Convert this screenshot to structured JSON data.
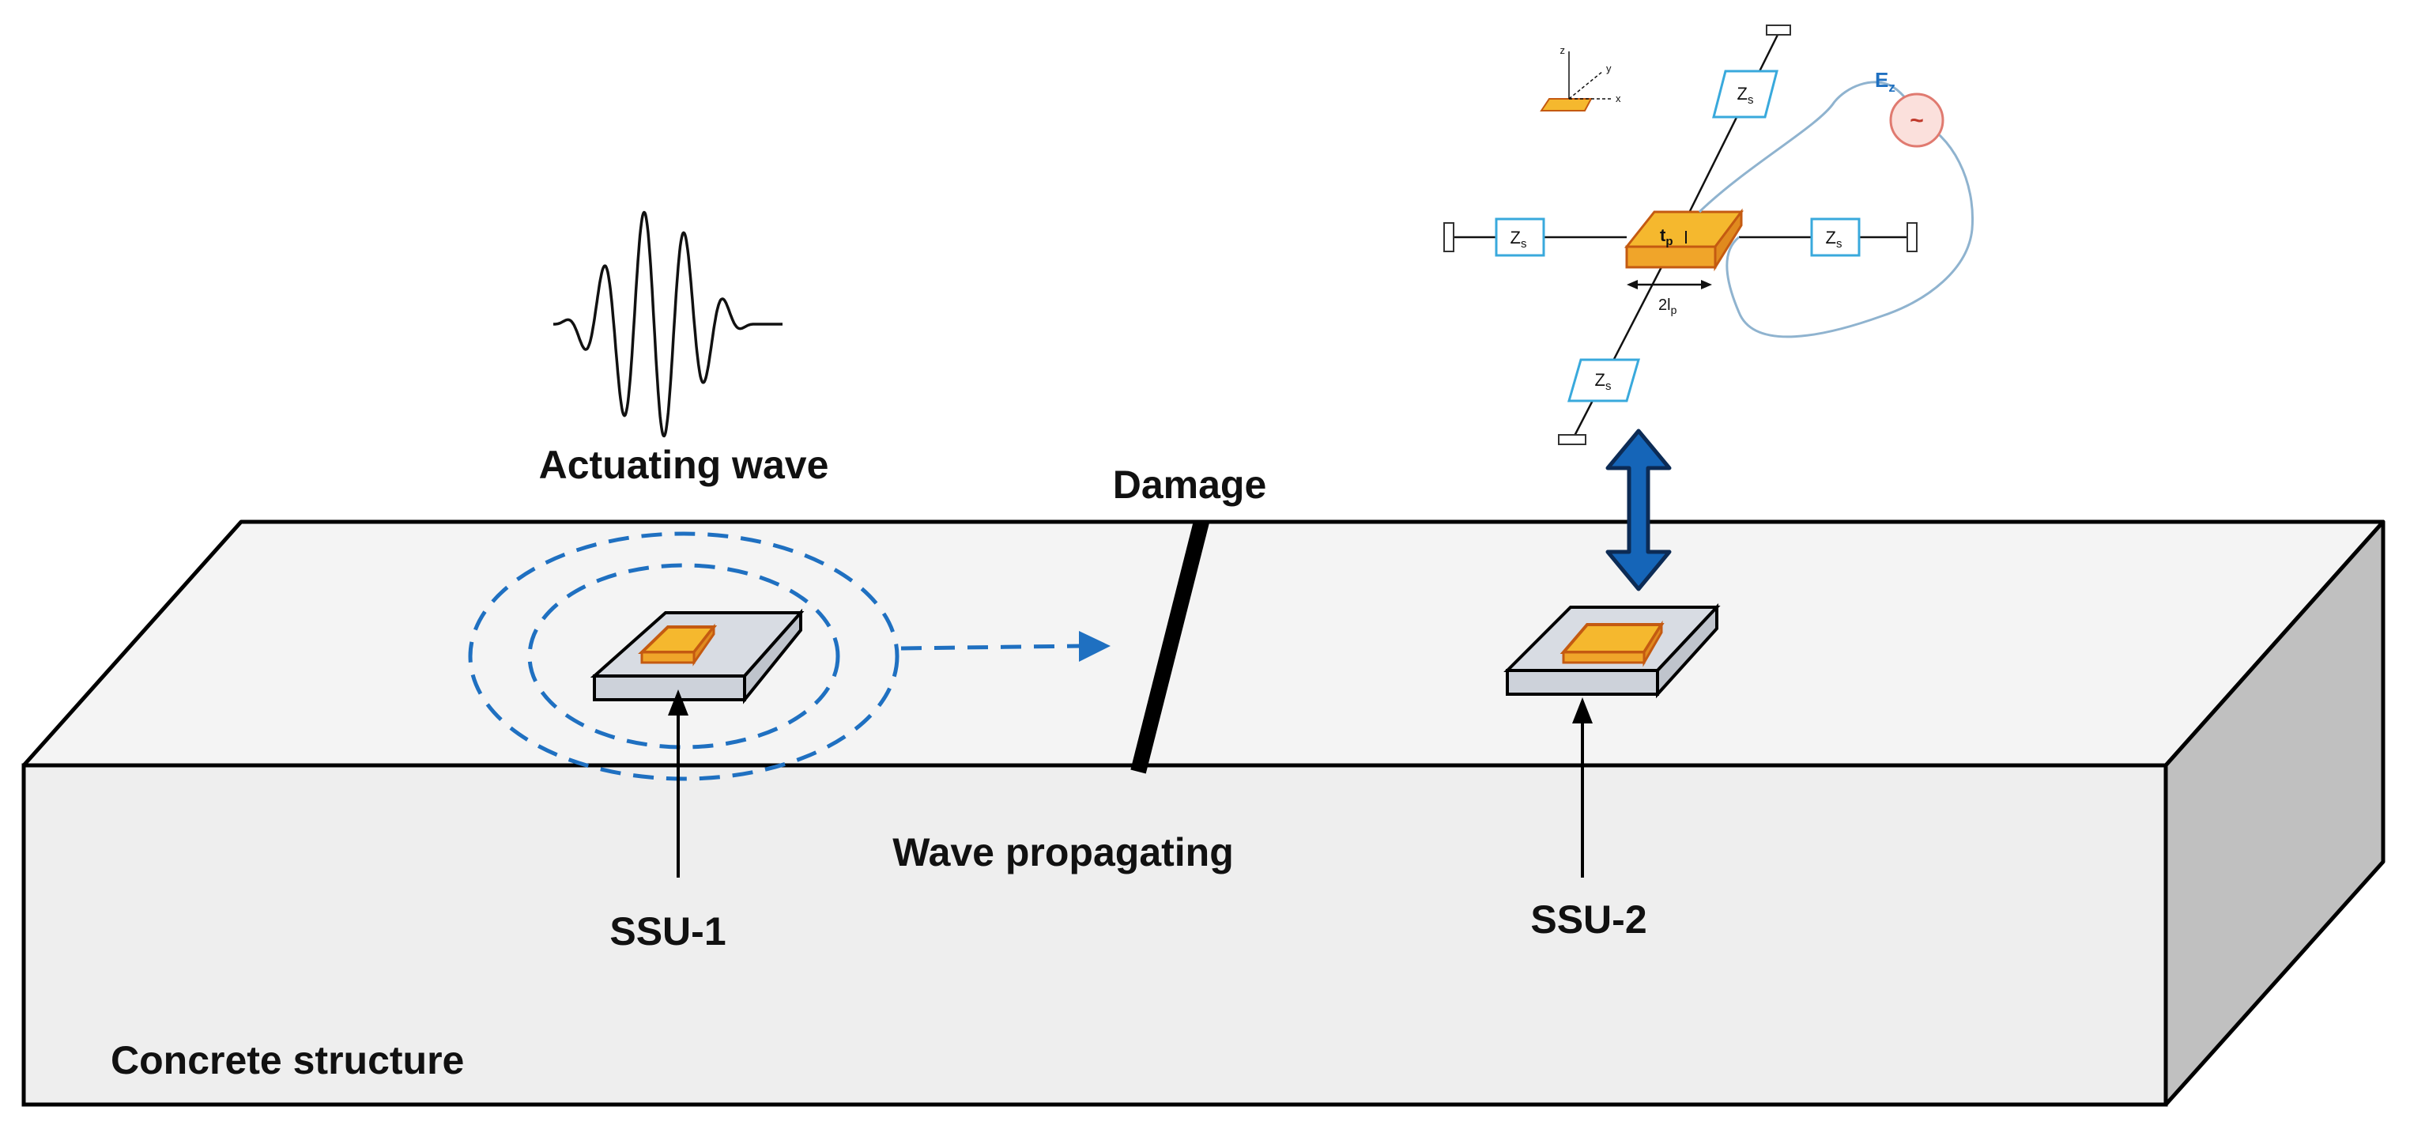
{
  "labels": {
    "actuating_wave": "Actuating wave",
    "damage": "Damage",
    "wave_propagating": "Wave propagating",
    "ssu1": "SSU-1",
    "ssu2": "SSU-2",
    "concrete": "Concrete structure"
  },
  "model": {
    "spring_label": "Z",
    "spring_sub": "s",
    "thickness_label": "t",
    "thickness_sub": "p",
    "length_label": "2l",
    "length_sub": "p",
    "field_label": "E",
    "field_sub": "z",
    "source_symbol": "~",
    "axis_x": "x",
    "axis_y": "y",
    "axis_z": "z"
  },
  "colors": {
    "concrete_top": "#f4f4f4",
    "concrete_front": "#eeeeee",
    "concrete_side": "#c0c0c0",
    "wave_blue": "#1f70c1",
    "arrow_blue": "#1565b8",
    "patch_orange": "#f5b82e",
    "patch_edge": "#c45a11",
    "spring_stroke": "#39a9dc",
    "source_fill": "#fbe0dc",
    "source_stroke": "#e07a70",
    "wire": "#8fb3cf"
  }
}
